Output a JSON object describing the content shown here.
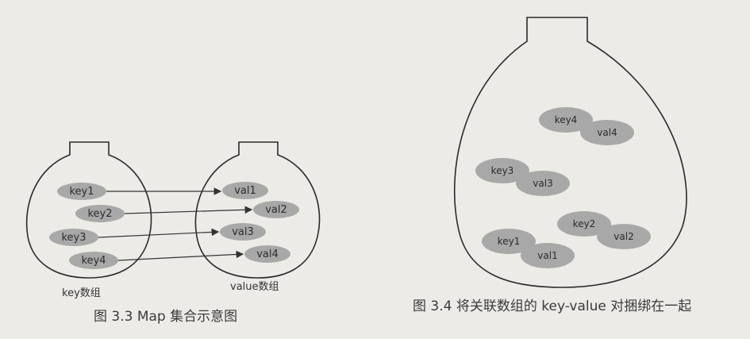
{
  "fig33": {
    "caption": "图 3.3   Map 集合示意图",
    "left_jar_label": "key数组",
    "right_jar_label": "value数组",
    "keys": [
      "key1",
      "key2",
      "key3",
      "key4"
    ],
    "values": [
      "val1",
      "val2",
      "val3",
      "val4"
    ]
  },
  "fig34": {
    "caption": "图 3.4   将关联数组的 key-value 对捆绑在一起",
    "pairs": [
      {
        "key": "key4",
        "value": "val4"
      },
      {
        "key": "key3",
        "value": "val3"
      },
      {
        "key": "key2",
        "value": "val2"
      },
      {
        "key": "key1",
        "value": "val1"
      }
    ]
  }
}
